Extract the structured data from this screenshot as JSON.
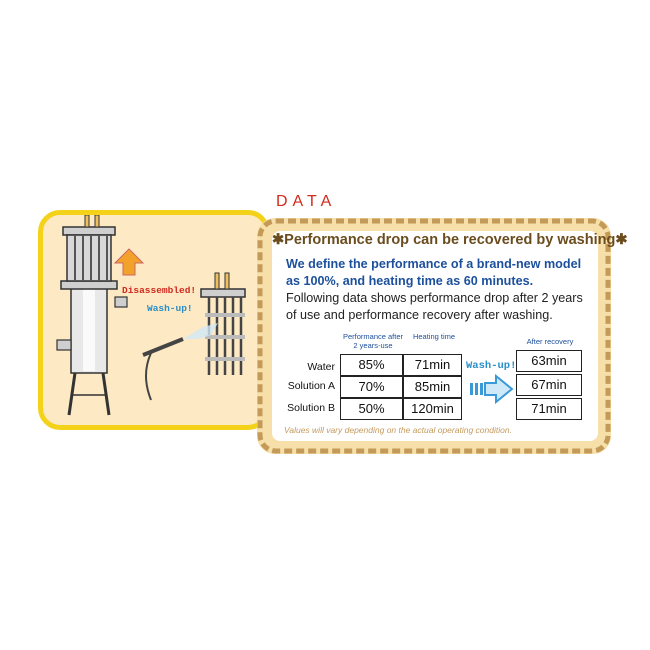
{
  "illustration": {
    "disassembled_label": "Disassembled!",
    "wash_label": "Wash-up!"
  },
  "data_title": "DATA",
  "panel": {
    "headline": "✱Performance drop can be recovered by washing✱",
    "intro_bold": "We define the performance of a brand-new model as 100%, and heating time as 60 minutes.",
    "intro": "Following data shows performance drop after 2 years of use and performance recovery after washing.",
    "col_perf": "Performance after 2 years-use",
    "col_heat": "Heating time",
    "col_after": "After recovery",
    "wash_label": "Wash-up!",
    "note": "Values will vary depending on the actual operating condition."
  },
  "table": {
    "rows": [
      {
        "label": "Water",
        "perf": "85%",
        "heat": "71min",
        "after": "63min"
      },
      {
        "label": "Solution A",
        "perf": "70%",
        "heat": "85min",
        "after": "67min"
      },
      {
        "label": "Solution B",
        "perf": "50%",
        "heat": "120min",
        "after": "71min"
      }
    ]
  }
}
